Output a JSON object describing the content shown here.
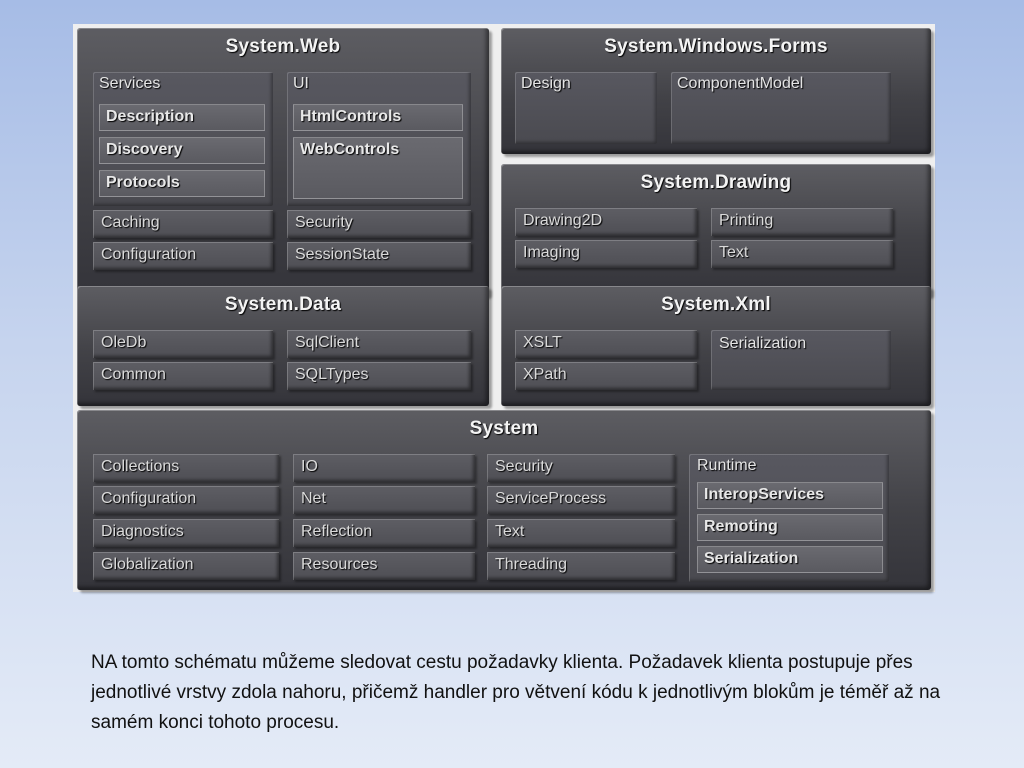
{
  "diagram": {
    "system_web": {
      "title": "System.Web",
      "services": {
        "label": "Services",
        "items": [
          "Description",
          "Discovery",
          "Protocols"
        ]
      },
      "ui": {
        "label": "UI",
        "items": [
          "HtmlControls",
          "WebControls"
        ]
      },
      "bottom": [
        "Caching",
        "Security",
        "Configuration",
        "SessionState"
      ]
    },
    "system_windows_forms": {
      "title": "System.Windows.Forms",
      "items": [
        "Design",
        "ComponentModel"
      ]
    },
    "system_drawing": {
      "title": "System.Drawing",
      "items": [
        "Drawing2D",
        "Printing",
        "Imaging",
        "Text"
      ]
    },
    "system_data": {
      "title": "System.Data",
      "items": [
        "OleDb",
        "SqlClient",
        "Common",
        "SQLTypes"
      ]
    },
    "system_xml": {
      "title": "System.Xml",
      "items": [
        "XSLT",
        "Serialization",
        "XPath"
      ]
    },
    "system": {
      "title": "System",
      "col1": [
        "Collections",
        "Configuration",
        "Diagnostics",
        "Globalization"
      ],
      "col2": [
        "IO",
        "Net",
        "Reflection",
        "Resources"
      ],
      "col3": [
        "Security",
        "ServiceProcess",
        "Text",
        "Threading"
      ],
      "runtime": {
        "label": "Runtime",
        "items": [
          "InteropServices",
          "Remoting",
          "Serialization"
        ]
      }
    }
  },
  "caption": "NA tomto schématu můžeme sledovat cestu požadavky klienta. Požadavek klienta postupuje přes jednotlivé vrstvy zdola nahoru, přičemž handler pro větvení kódu k jednotlivým blokům je téměř až na samém konci tohoto procesu."
}
